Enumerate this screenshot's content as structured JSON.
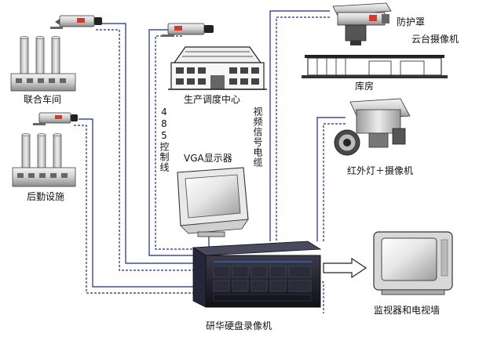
{
  "labels": {
    "factory1": "联合车间",
    "factory2": "后勤设施",
    "control_center": "生产调度中心",
    "rs485_line": "485控制线",
    "video_cable": "视频信号电缆",
    "vga_monitor": "VGA显示器",
    "shield": "防护罩",
    "ptz_camera": "云台摄像机",
    "warehouse": "库房",
    "ir_camera": "红外灯＋摄像机",
    "dvr": "研华硬盘录像机",
    "tv_wall": "监视器和电视墙"
  },
  "colors": {
    "video_line": "#1b2a8f",
    "control_line": "#1b2a8f",
    "dvr_body": "#1e1e2a",
    "dvr_highlight": "#3a7be0",
    "camera_red": "#d23b2a"
  }
}
